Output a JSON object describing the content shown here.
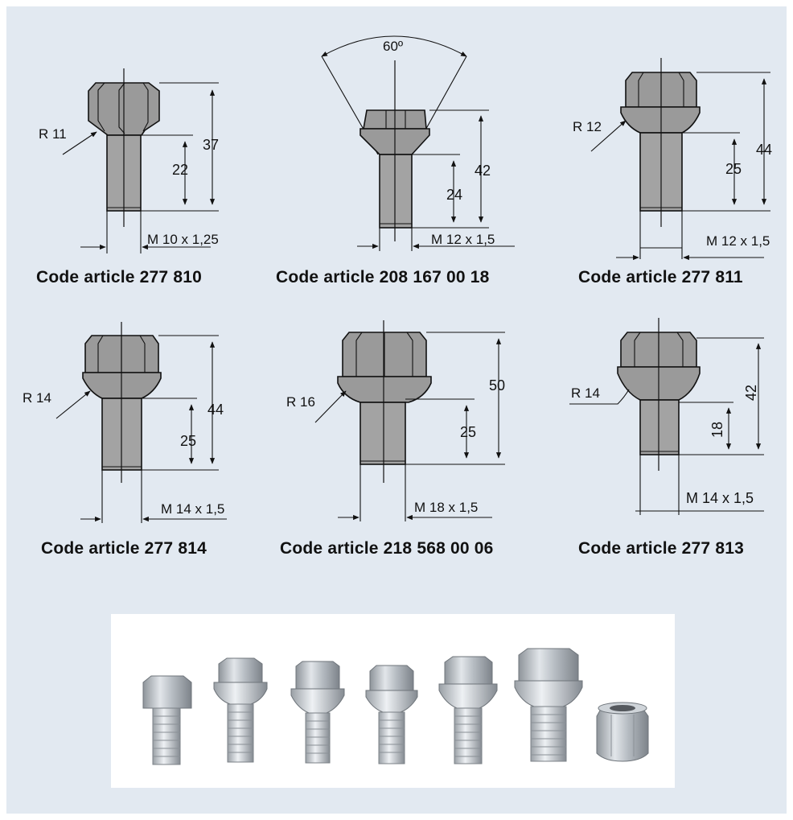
{
  "angle_label": "60º",
  "items": [
    {
      "code": "Code article 277 810",
      "radius": "R 11",
      "total": "37",
      "shank": "22",
      "thread": "M 10 x 1,25"
    },
    {
      "code": "Code article 208 167 00 18",
      "radius": "",
      "total": "42",
      "shank": "24",
      "thread": "M 12 x 1,5"
    },
    {
      "code": "Code article 277 811",
      "radius": "R 12",
      "total": "44",
      "shank": "25",
      "thread": "M 12 x 1,5"
    },
    {
      "code": "Code article 277 814",
      "radius": "R 14",
      "total": "44",
      "shank": "25",
      "thread": "M 14 x 1,5"
    },
    {
      "code": "Code article 218 568 00 06",
      "radius": "R 16",
      "total": "50",
      "shank": "25",
      "thread": "M 18 x 1,5"
    },
    {
      "code": "Code article 277 813",
      "radius": "R 14",
      "total": "42",
      "shank": "18",
      "thread": "M 14 x 1,5"
    }
  ],
  "photo": {
    "count": 7
  }
}
